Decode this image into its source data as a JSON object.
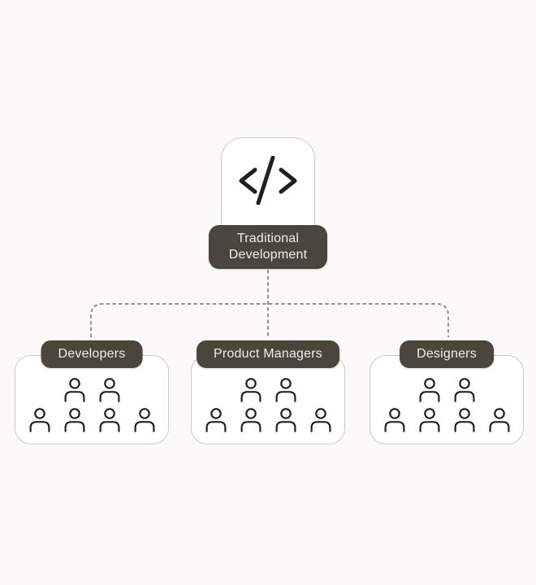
{
  "colors": {
    "background": "#fbfaf8",
    "node_fill": "#fffffe",
    "node_border": "#cecbc6",
    "pill_bg": "#4a463e",
    "pill_text": "#f0eeea",
    "connector": "#949290",
    "icon_stroke": "#22201d"
  },
  "root_node": {
    "label": "Traditional Development",
    "icon": "code-icon"
  },
  "groups": [
    {
      "label": "Developers",
      "people_rows": [
        2,
        4
      ]
    },
    {
      "label": "Product Managers",
      "people_rows": [
        2,
        4
      ]
    },
    {
      "label": "Designers",
      "people_rows": [
        2,
        4
      ]
    }
  ]
}
